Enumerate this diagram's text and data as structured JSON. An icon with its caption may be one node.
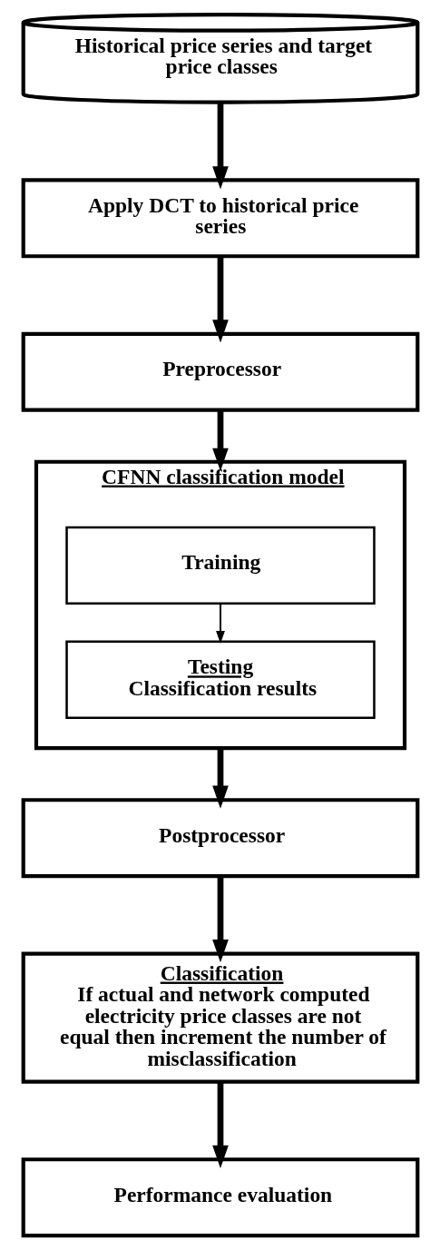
{
  "diagram": {
    "nodes": [
      {
        "text": [
          "Historical price series and target price classes"
        ]
      },
      {
        "text": [
          "Apply DCT to historical price series"
        ]
      },
      {
        "text": [
          "Preprocessor"
        ]
      },
      {
        "text": [
          "CFNN classification model"
        ]
      },
      {
        "text": [
          "Training"
        ],
        "in": 3
      },
      {
        "text": [
          "Testing",
          "Classification results"
        ],
        "in": 3
      },
      {
        "text": [
          "Postprocessor"
        ]
      },
      {
        "text": [
          "Classification",
          "If actual and network computed electricity price classes are not equal then increment the number of misclassification"
        ]
      },
      {
        "text": [
          "Performance evaluation"
        ]
      }
    ],
    "edges": [
      {
        "from": 0,
        "to": 1,
        "arrow": "to"
      },
      {
        "from": 1,
        "to": 2,
        "arrow": "to"
      },
      {
        "from": 2,
        "to": 3,
        "arrow": "to"
      },
      {
        "from": 4,
        "to": 5,
        "arrow": "to"
      },
      {
        "from": 3,
        "to": 6,
        "arrow": "to"
      },
      {
        "from": 6,
        "to": 7,
        "arrow": "to"
      },
      {
        "from": 7,
        "to": 8,
        "arrow": "to"
      }
    ]
  }
}
